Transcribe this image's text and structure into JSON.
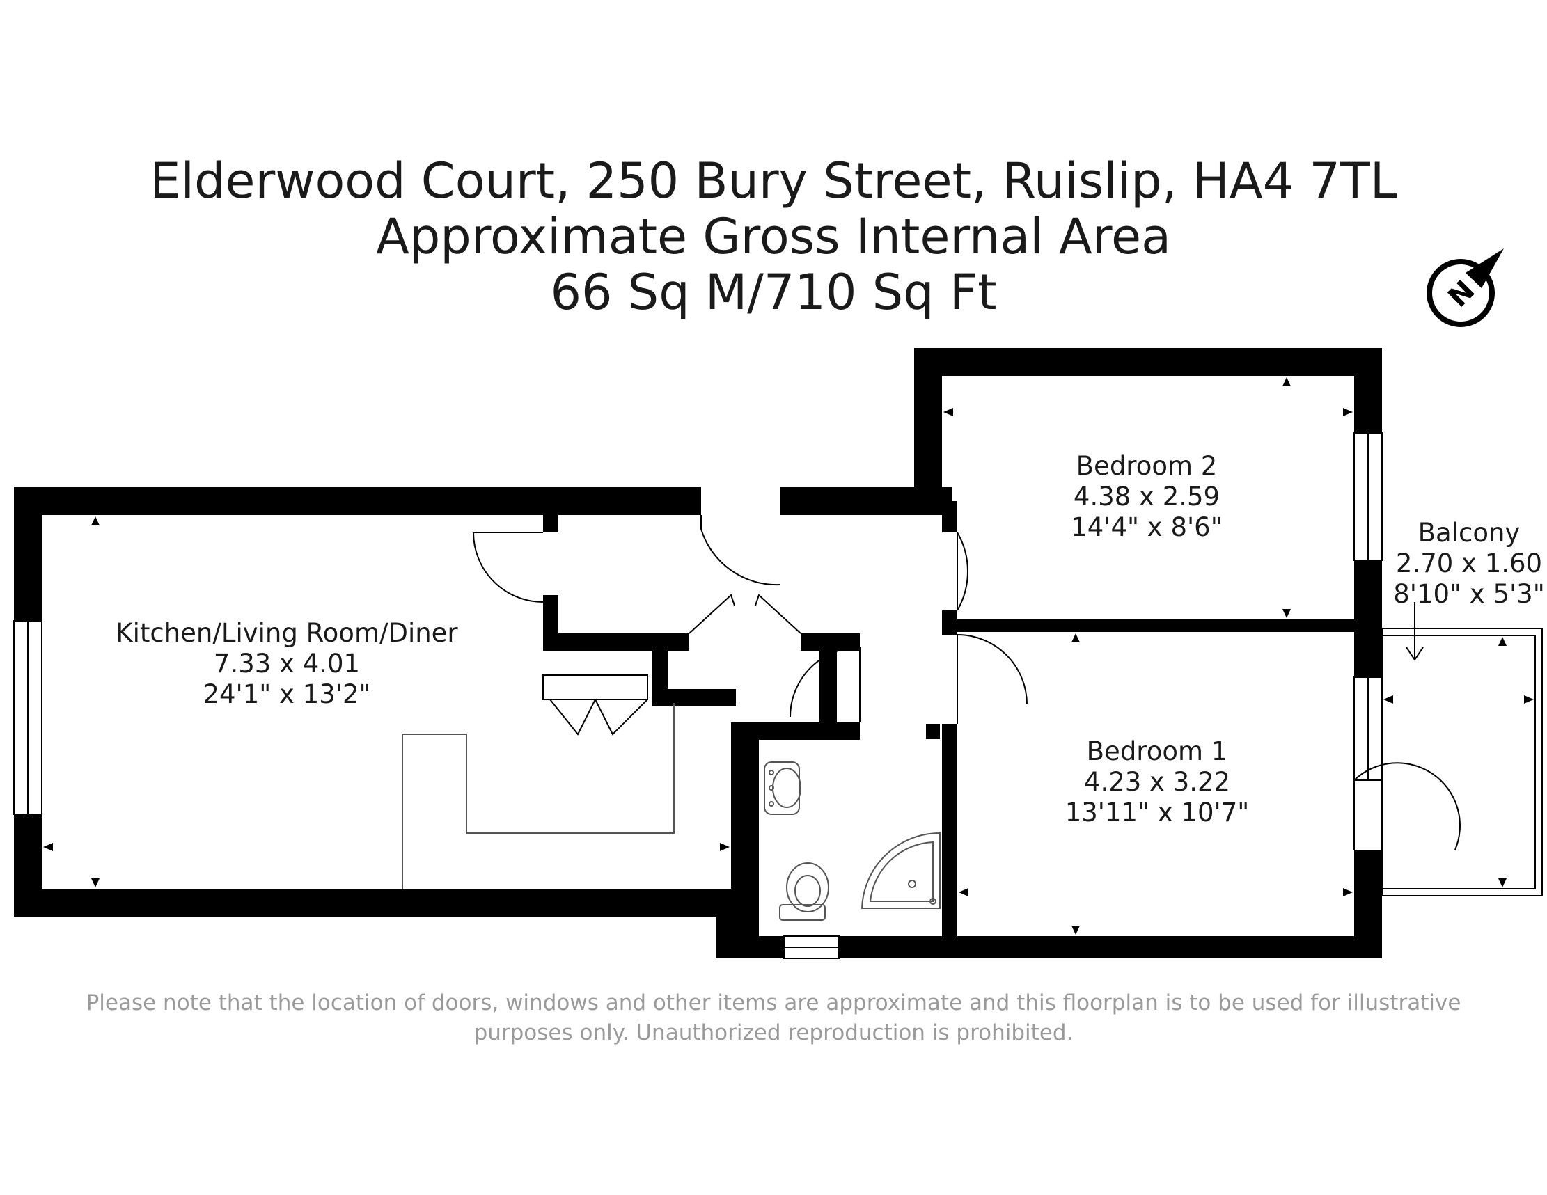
{
  "title": {
    "address": "Elderwood Court, 250 Bury Street, Ruislip, HA4 7TL",
    "subtitle": "Approximate Gross Internal Area",
    "area": "66 Sq M/710 Sq Ft"
  },
  "compass": {
    "letter": "N",
    "icon": "north-arrow-icon"
  },
  "rooms": [
    {
      "name": "Kitchen/Living Room/Diner",
      "metric": "7.33 x 4.01",
      "imperial": "24'1\" x 13'2\""
    },
    {
      "name": "Bedroom 2",
      "metric": "4.38 x 2.59",
      "imperial": "14'4\" x 8'6\""
    },
    {
      "name": "Balcony",
      "metric": "2.70 x 1.60",
      "imperial": "8'10\" x 5'3\""
    },
    {
      "name": "Bedroom 1",
      "metric": "4.23 x 3.22",
      "imperial": "13'11\" x 10'7\""
    }
  ],
  "disclaimer": {
    "line1": "Please note that the location of doors, windows and other items are approximate and this floorplan is to be used for illustrative",
    "line2": "purposes only. Unauthorized reproduction is prohibited."
  },
  "colors": {
    "wall": "#000000",
    "text": "#1a1a1a",
    "disclaimer": "#9a9a9a",
    "fixture": "#555555"
  }
}
